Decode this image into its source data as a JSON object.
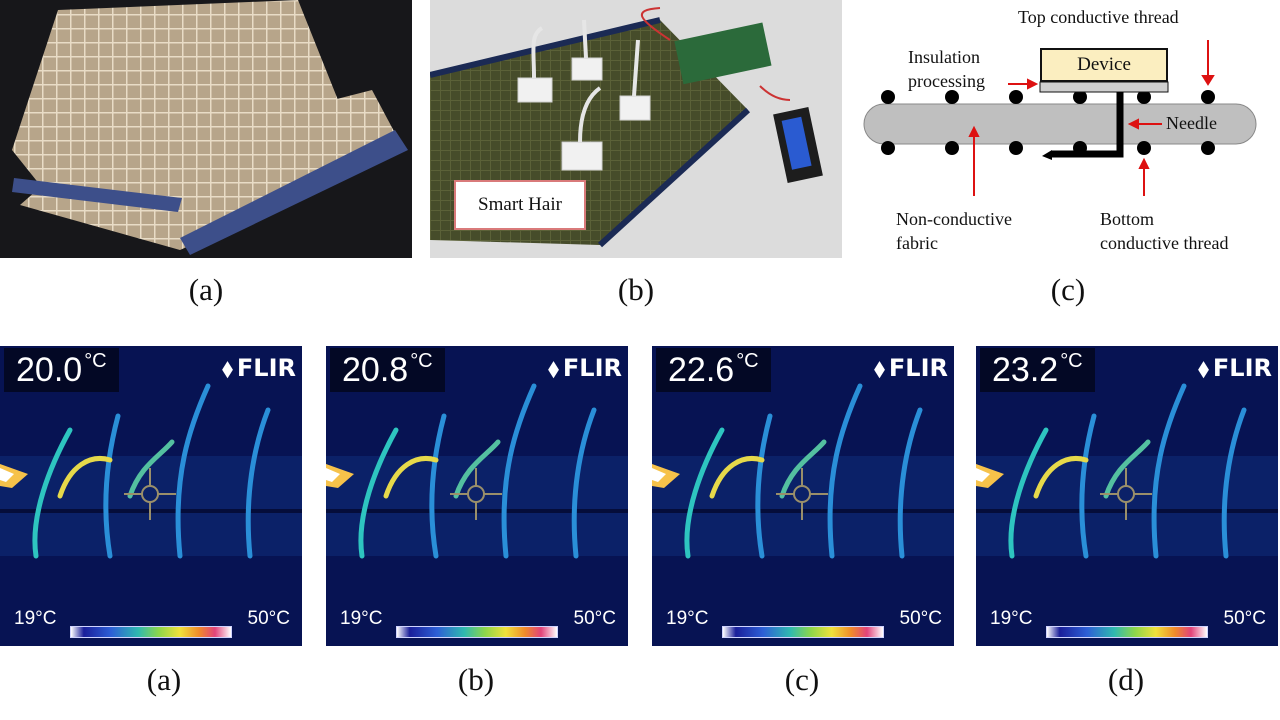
{
  "top_row": {
    "captions": [
      "(a)",
      "(b)",
      "(c)"
    ],
    "photo_b": {
      "label": "Smart Hair"
    },
    "diagram_c": {
      "device": "Device",
      "top_thread": "Top conductive thread",
      "insulation_line1": "Insulation",
      "insulation_line2": "processing",
      "needle": "Needle",
      "fabric_line1": "Non-conductive",
      "fabric_line2": "fabric",
      "bottom_line1": "Bottom",
      "bottom_line2": "conductive thread"
    }
  },
  "thermal_row": {
    "brand": "FLIR",
    "unit": "°C",
    "scale_min": "19°C",
    "scale_max": "50°C",
    "panels": [
      {
        "temp": "20.0",
        "caption": "(a)"
      },
      {
        "temp": "20.8",
        "caption": "(b)"
      },
      {
        "temp": "22.6",
        "caption": "(c)"
      },
      {
        "temp": "23.2",
        "caption": "(d)"
      }
    ]
  }
}
